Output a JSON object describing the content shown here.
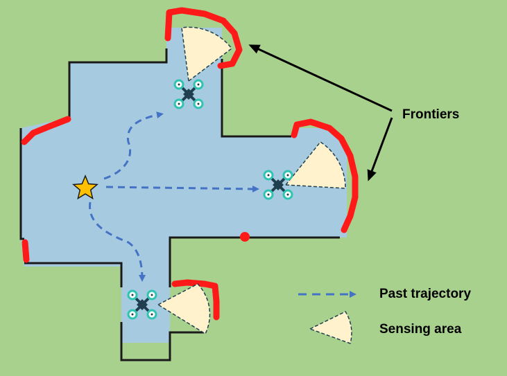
{
  "labels": {
    "frontiers": "Frontiers",
    "past_trajectory": "Past trajectory",
    "sensing_area": "Sensing area"
  },
  "colors": {
    "background": "#a9d18e",
    "explored": "#a6cbe0",
    "wall": "#1a1a1a",
    "frontier": "#ff1a1a",
    "trajectory": "#4472c4",
    "sensing_fill": "#fff2cc",
    "drone_body": "#1f3f4f",
    "rotor": "#2fc4b2",
    "start_star": "#ffc000"
  },
  "legend": [
    {
      "id": "past-trajectory",
      "icon": "dashed-arrow-icon"
    },
    {
      "id": "sensing-area",
      "icon": "sector-icon"
    }
  ],
  "drones": 3,
  "start_marker": "star-icon"
}
